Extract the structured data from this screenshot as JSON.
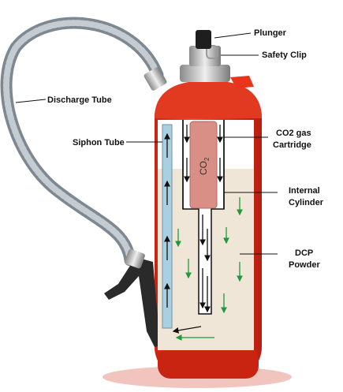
{
  "labels": {
    "plunger": "Plunger",
    "safety_clip": "Safety Clip",
    "discharge_tube": "Discharge Tube",
    "siphon_tube": "Siphon Tube",
    "co2_cartridge_line1": "CO2 gas",
    "co2_cartridge_line2": "Cartridge",
    "internal_cylinder_line1": "Internal",
    "internal_cylinder_line2": "Cylinder",
    "dcp_powder_line1": "DCP",
    "dcp_powder_line2": "Powder"
  },
  "cartridge_text": {
    "main": "CO",
    "subscript": "2"
  },
  "colors": {
    "extinguisher_body": "#e8341c",
    "body_shadow": "#b81e10",
    "powder": "#efe6d7",
    "siphon_tube": "#a9cfe0",
    "co2_cartridge": "#d98f86",
    "hose": "#9aa6ae",
    "flow_arrow_green": "#1f9a3a",
    "gas_arrow_black": "#111111",
    "handle": "#2a2a2a",
    "valve_metal": "#c8c8c8"
  }
}
